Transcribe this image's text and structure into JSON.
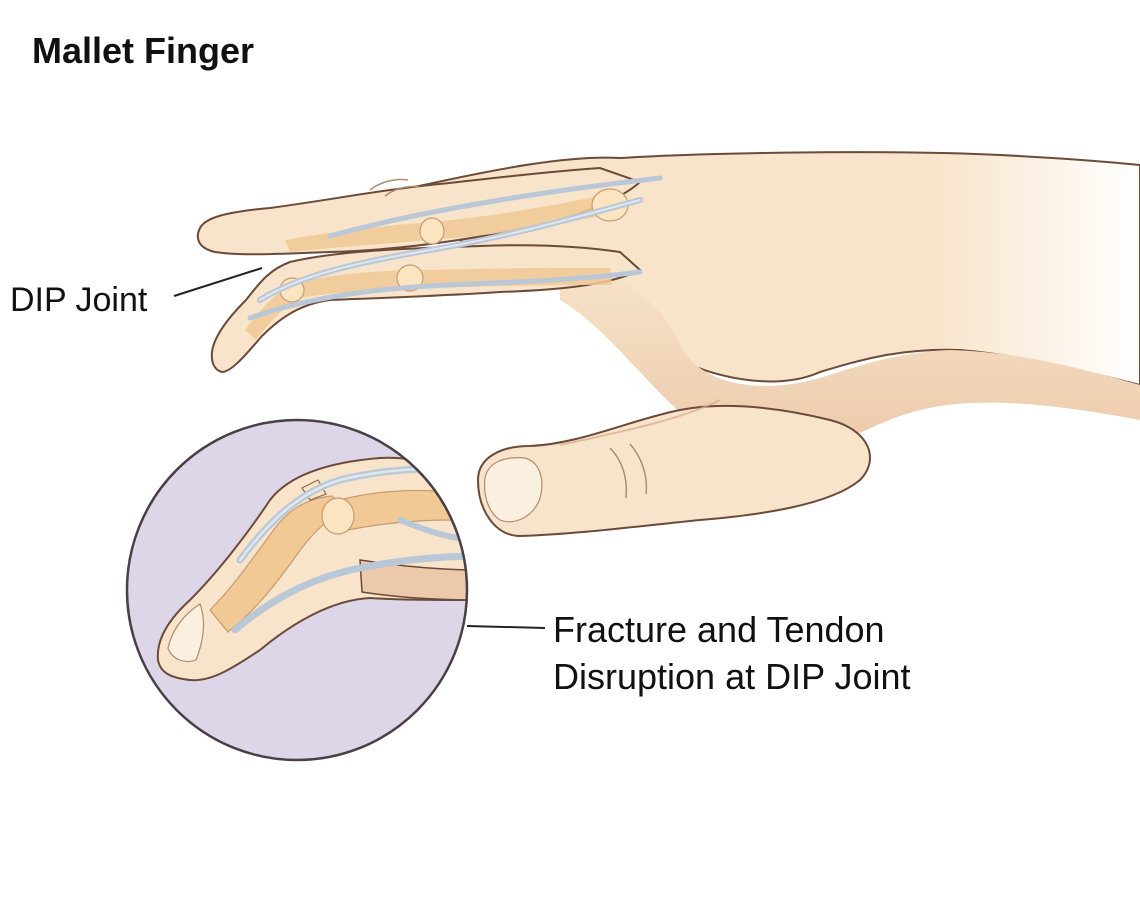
{
  "diagram": {
    "title": "Mallet Finger",
    "labels": {
      "dip_joint": "DIP Joint",
      "detail_line1": "Fracture and Tendon",
      "detail_line2": "Disruption at DIP Joint"
    }
  },
  "colors": {
    "skin": "#f7e4cb",
    "skin_shadow": "#e8c3a3",
    "skin_dark": "#d9a98a",
    "outline": "#6b4a3a",
    "bone": "#f0c995",
    "bone_light": "#fbe4c0",
    "tendon": "#b9c7d6",
    "tendon_highlight": "#dfe7ef",
    "inset_bg": "#ddd6e8",
    "inset_border": "#4a3f45",
    "leader": "#222222"
  }
}
